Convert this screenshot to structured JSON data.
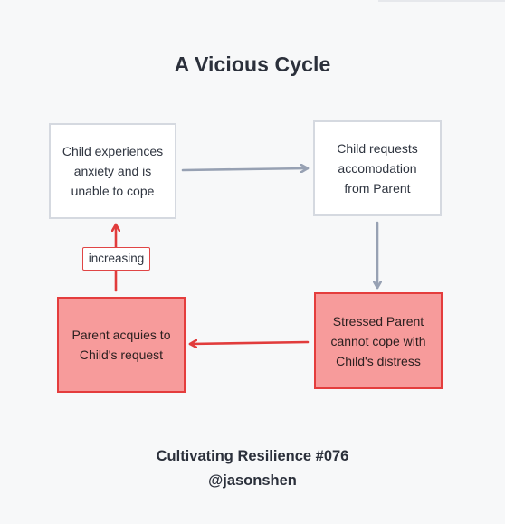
{
  "title": "A Vicious Cycle",
  "nodes": {
    "child_anxiety": {
      "label": "Child experiences anxiety and is unable to cope"
    },
    "child_requests": {
      "label": "Child requests accomodation from Parent"
    },
    "stressed_parent": {
      "label": "Stressed Parent cannot cope with Child's distress"
    },
    "parent_acquies": {
      "label": "Parent acquies to Child's request"
    }
  },
  "edge_label": "increasing",
  "footer": {
    "series": "Cultivating Resilience #076",
    "handle": "@jasonshen"
  },
  "colors": {
    "gray_arrow": "#97a1b3",
    "red_arrow": "#e13c3c",
    "red_fill": "#f79b9b",
    "red_border": "#e43d3d"
  }
}
